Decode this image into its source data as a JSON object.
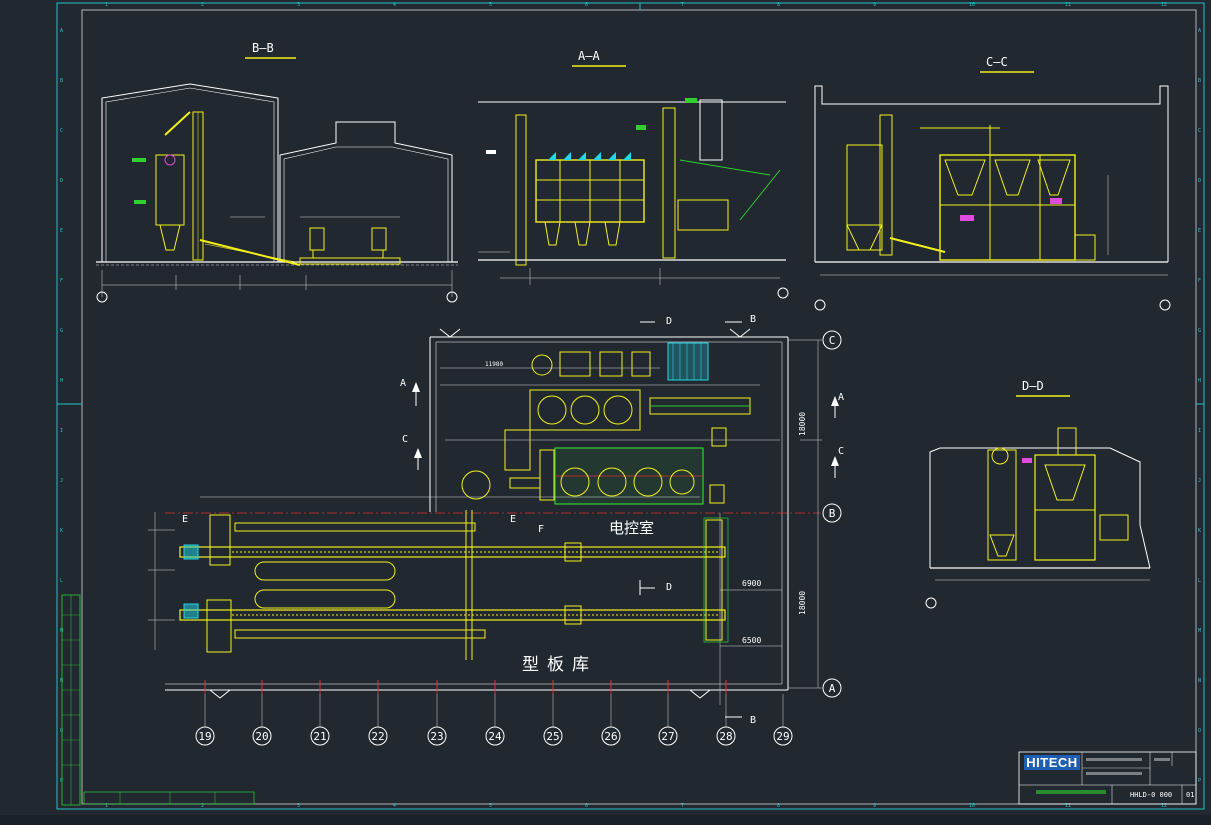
{
  "views": {
    "bb": "B—B",
    "aa": "A—A",
    "cc": "C—C",
    "dd": "D—D"
  },
  "plan": {
    "control_room": "电控室",
    "formwork_store": "型板库",
    "axis_cols": [
      "19",
      "20",
      "21",
      "22",
      "23",
      "24",
      "25",
      "26",
      "27",
      "28",
      "29"
    ],
    "axis_rows": [
      "C",
      "B",
      "A"
    ],
    "dims": {
      "d1": "18000",
      "d2": "18000",
      "d3": "6900",
      "d4": "6500",
      "d5": "11980"
    },
    "section_letters": [
      "A",
      "A",
      "C",
      "C",
      "D",
      "D",
      "B",
      "B",
      "E",
      "E",
      "F"
    ]
  },
  "title_block": {
    "brand": "HITECH",
    "drawing_no": "HHLD-0 000",
    "sheet": "01"
  },
  "frame": {
    "col_numbers": [
      "1",
      "2",
      "3",
      "4",
      "5",
      "6",
      "7",
      "8",
      "9",
      "10",
      "11",
      "12"
    ],
    "row_letters": [
      "A",
      "B",
      "C",
      "D",
      "E",
      "F",
      "G",
      "H",
      "I",
      "J",
      "K",
      "L",
      "M",
      "N",
      "O",
      "P"
    ]
  },
  "colors": {
    "background": "#212830",
    "frame_cyan": "#25c2c8",
    "equipment_yellow": "#f3ef1c",
    "structure_white": "#ffffff",
    "dim_lines": "#d8d8d8",
    "hidden_red": "#e03030",
    "accent_green": "#2fd12f",
    "accent_cyan": "#23d7e8",
    "accent_magenta": "#e04adf",
    "brand_blue": "#1e5fb4"
  }
}
